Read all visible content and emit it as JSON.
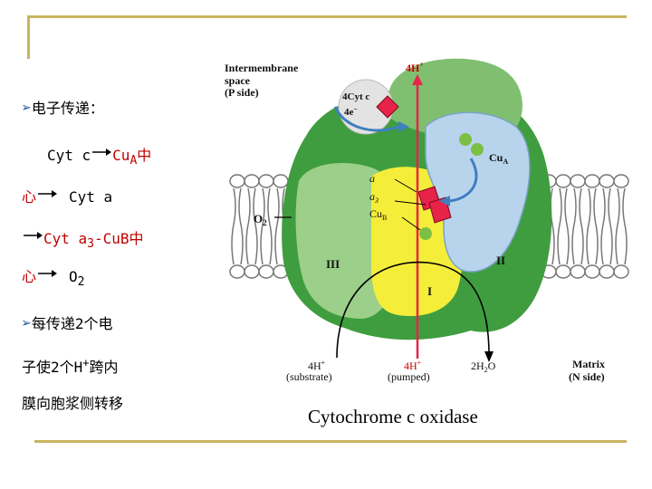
{
  "left_text": {
    "heading": "电子传递：",
    "line1_a": "Cyt c",
    "line1_b": "Cu",
    "line1_b_sub": "A",
    "line1_c": "中",
    "line2_a": "心",
    "line2_b": "Cyt a",
    "line3_a": "Cyt a",
    "line3_a_sub": "3",
    "line3_b": "-CuB",
    "line3_c": "中",
    "line4_a": "心",
    "line4_b": "O",
    "line4_b_sub": "2",
    "bullet2_l1": "每传递2个电",
    "bullet2_l2": "子使2个H",
    "bullet2_l2_sup": "+",
    "bullet2_l2_end": "跨内",
    "bullet2_l3": "膜向胞浆侧转移"
  },
  "figure": {
    "label_intermembrane": "Intermembrane",
    "label_space": "space",
    "label_p_side": "(P side)",
    "label_4h_top": "4H",
    "label_4h_top_sup": "+",
    "label_4cytc": "4Cyt c",
    "label_4e": "4e",
    "label_4e_sup": "−",
    "label_cua": "Cu",
    "label_cua_sub": "A",
    "label_alpha": "a",
    "label_alpha3": "a",
    "label_alpha3_sub": "3",
    "label_cub": "Cu",
    "label_cub_sub": "B",
    "label_o2": "O",
    "label_o2_sub": "2",
    "label_iii": "III",
    "label_ii": "II",
    "label_i": "I",
    "label_4h_sub": "4H",
    "label_4h_sub_sup": "+",
    "label_substrate": "(substrate)",
    "label_4h_pump": "4H",
    "label_4h_pump_sup": "+",
    "label_pumped": "(pumped)",
    "label_2h2o": "2H",
    "label_2h2o_sub": "2",
    "label_2h2o_end": "O",
    "label_matrix": "Matrix",
    "label_n_side": "(N side)"
  },
  "caption": "Cytochrome c oxidase",
  "colors": {
    "frame": "#c8b560",
    "text_red": "#c00000",
    "bullet": "#1a4fa3",
    "dark_green": "#3f9d3f",
    "light_green": "#9ccf8a",
    "yellow": "#f4ee3a",
    "blue": "#b8d4ec",
    "arrow_red": "#e8234a"
  }
}
